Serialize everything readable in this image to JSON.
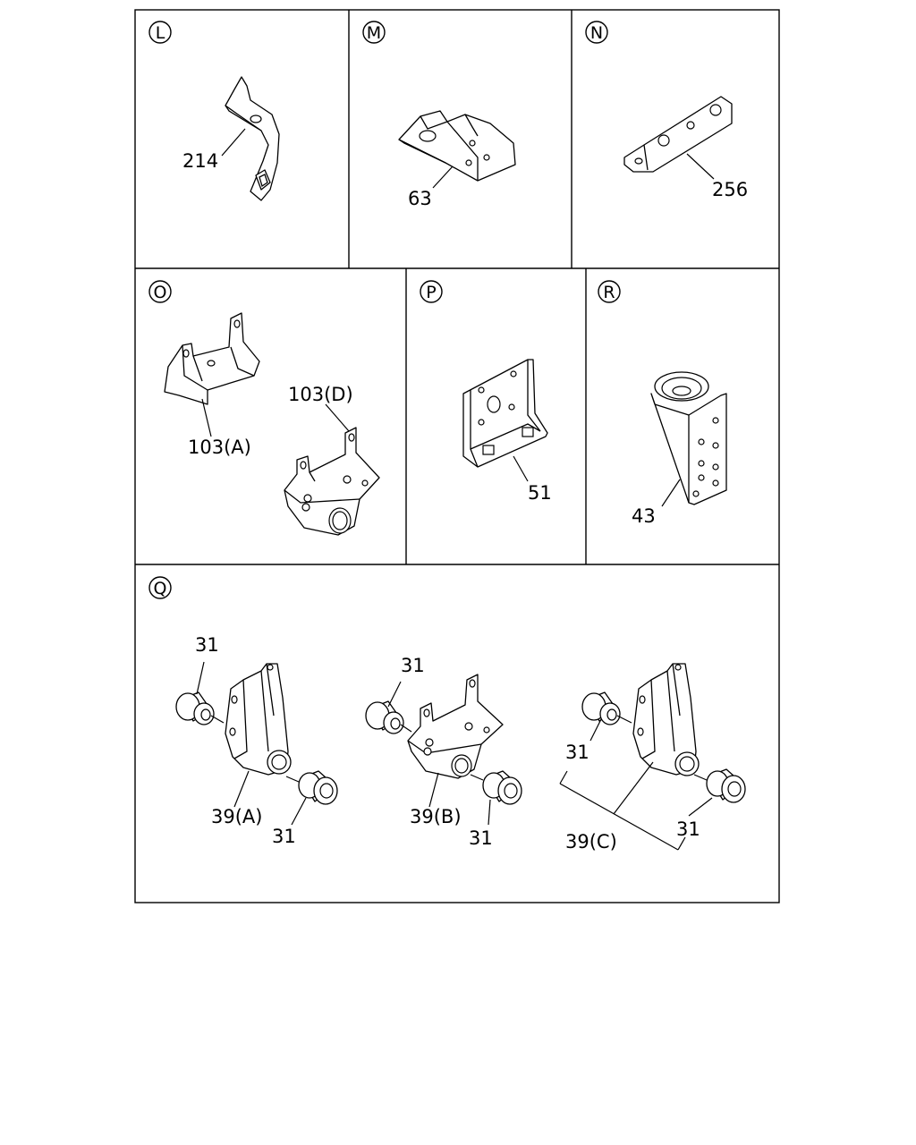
{
  "panels": [
    {
      "letter": "L",
      "labels": [
        "214"
      ]
    },
    {
      "letter": "M",
      "labels": [
        "63"
      ]
    },
    {
      "letter": "N",
      "labels": [
        "256"
      ]
    },
    {
      "letter": "O",
      "labels": [
        "103(A)",
        "103(D)"
      ]
    },
    {
      "letter": "P",
      "labels": [
        "51"
      ]
    },
    {
      "letter": "R",
      "labels": [
        "43"
      ]
    },
    {
      "letter": "Q",
      "labels": [
        "31",
        "39(A)",
        "31",
        "31",
        "39(B)",
        "31",
        "31",
        "39(C)",
        "31"
      ]
    }
  ]
}
